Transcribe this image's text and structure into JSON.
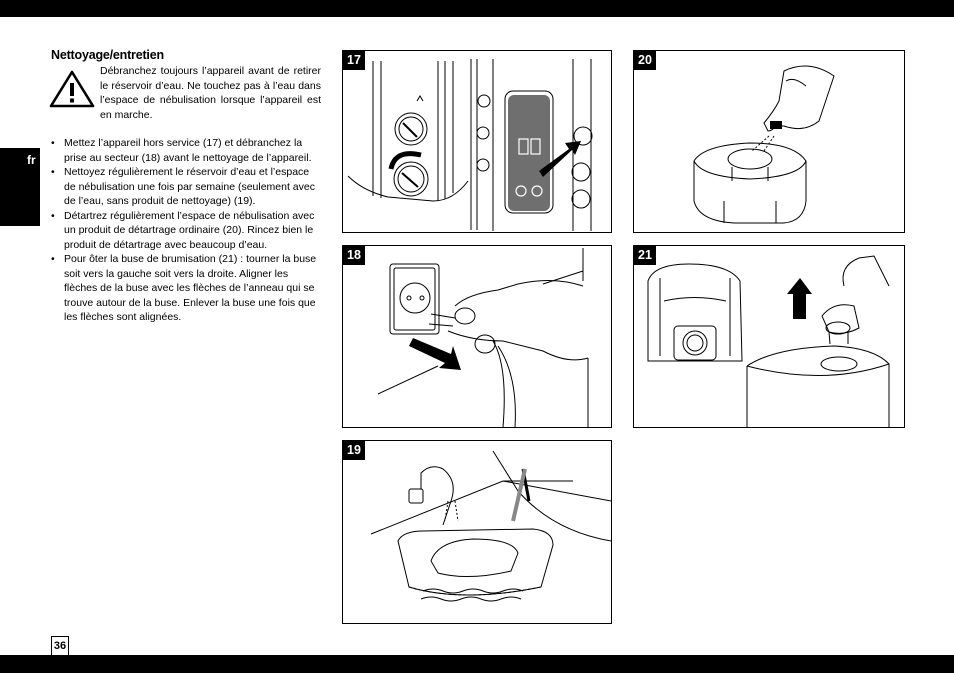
{
  "language_tab": "fr",
  "page_number": "36",
  "section": {
    "title": "Nettoyage/entretien",
    "warning": "Débranchez toujours l’appareil avant de retirer le réservoir d’eau. Ne touchez pas à l’eau dans l’espace de nébulisation lorsque l’appareil est en marche.",
    "steps": [
      "Mettez l’appareil hors service (17) et débranchez la prise au secteur (18) avant le nettoyage de l’appareil.",
      "Nettoyez régulièrement le réservoir d’eau et l’espace de nébulisation une fois par semaine (seulement avec de l’eau, sans produit de nettoyage) (19).",
      "Détartrez régulièrement l’espace de nébulisation avec un produit de détartrage ordinaire (20). Rincez bien le produit de détartrage avec beaucoup d’eau.",
      "Pour ôter la buse de brumisation (21) : tourner la buse soit vers la gauche soit vers la droite. Aligner les flèches de la buse avec les flèches de l’anneau qui se trouve autour de la buse. Enlever la buse une fois que les flèches sont alignées."
    ]
  },
  "figures": [
    {
      "number": "17",
      "icon": "humidifier-control-knobs-and-touch-panel"
    },
    {
      "number": "18",
      "icon": "hand-unplugging-power-plug"
    },
    {
      "number": "19",
      "icon": "rinsing-tank-under-faucet"
    },
    {
      "number": "20",
      "icon": "pouring-descaler-into-base"
    },
    {
      "number": "21",
      "icon": "removing-mist-nozzle"
    }
  ],
  "colors": {
    "black": "#000000",
    "panel_grey": "#6f6f6f",
    "page": "#ffffff"
  }
}
